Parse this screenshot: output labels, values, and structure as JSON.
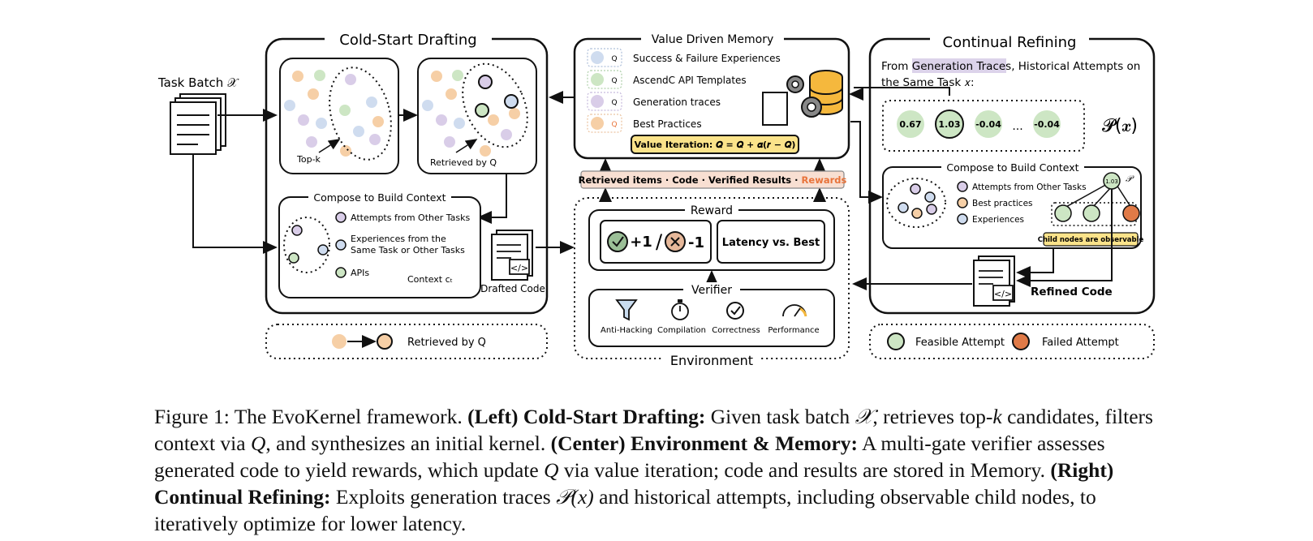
{
  "figure": {
    "input": {
      "label": "Task Batch 𝒳"
    },
    "cold_start": {
      "title": "Cold-Start Drafting",
      "topk_label": "Top-k",
      "retrieved_label": "Retrieved by Q",
      "compose_title": "Compose to Build Context",
      "legend_items": [
        "Attempts from Other Tasks",
        "Experiences from the",
        "Same Task or Other Tasks",
        "APIs"
      ],
      "context_label": "Context cₜ",
      "drafted_label": "Drafted Code",
      "footer_label": "Retrieved by Q"
    },
    "memory": {
      "title": "Value Driven Memory",
      "items": [
        "Success & Failure Experiences",
        "AscendC API Templates",
        "Generation traces",
        "Best Practices"
      ],
      "q_tag": "Q",
      "value_iteration": "Value Iteration: 𝑸 = 𝑸 + 𝜶(𝒓 − 𝑸)"
    },
    "transfer": {
      "text": "Retrieved items · Code · Verified Results · ",
      "highlight": "Rewards"
    },
    "environment": {
      "title": "Environment",
      "reward_title": "Reward",
      "plus": "+1",
      "slash": "/",
      "minus": "-1",
      "latency": "Latency vs. Best",
      "verifier_title": "Verifier",
      "verifier_items": [
        "Anti-Hacking",
        "Compilation",
        "Correctness",
        "Performance"
      ]
    },
    "refining": {
      "title": "Continual Refining",
      "desc_prefix": "From ",
      "desc_highlight": "Generation Traces",
      "desc_suffix": ", Historical Attempts on",
      "desc_line2": "the Same Task 𝑥:",
      "scores": [
        "0.67",
        "1.03",
        "-0.04",
        "...",
        "-0.04"
      ],
      "px_label": "𝓟(𝒙)",
      "compose_title": "Compose to Build Context",
      "legend_items": [
        "Attempts from Other Tasks",
        "Best practices",
        "Experiences"
      ],
      "tree_root": "1.03",
      "tree_p": "𝒫",
      "child_note": "Child nodes are observable",
      "refined_label": "Refined Code",
      "footer_feasible": "Feasible Attempt",
      "footer_failed": "Failed Attempt"
    },
    "colors": {
      "green": "#cde6c4",
      "green_stroke": "#1a1a1a",
      "orange_fail": "#e07a47",
      "peach": "#f6cfa6",
      "purple": "#d9cde8",
      "blue": "#cfdcef",
      "highlight_purple": "#dcd3ea",
      "yellow": "#fbe38a",
      "rewards_orange": "#e8733a"
    }
  },
  "caption": {
    "label": "Figure 1: The EvoKernel framework.",
    "left_bold": "(Left) Cold-Start Drafting:",
    "left_text_a": "Given task batch ",
    "left_sym_X": "𝒳",
    "left_text_b": ", retrieves top-",
    "left_sym_k": "k",
    "left_text_c": " candidates, filters context via ",
    "left_sym_Q": "Q",
    "left_text_d": ", and synthesizes an initial kernel.",
    "center_bold": "(Center) Environment & Memory:",
    "center_text_a": "A multi-gate verifier assesses generated code to yield rewards, which update ",
    "center_sym_Q": "Q",
    "center_text_b": " via value iteration; code and results are stored in Memory.",
    "right_bold": "(Right) Continual Refining:",
    "right_text_a": "Exploits generation traces ",
    "right_sym_P": "𝒫(x)",
    "right_text_b": " and historical attempts, including observable child nodes, to iteratively optimize for lower latency."
  }
}
